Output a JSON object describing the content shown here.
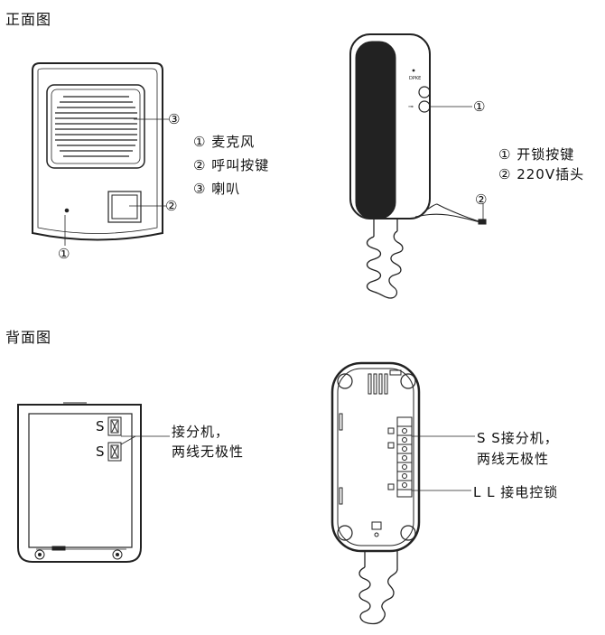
{
  "sections": {
    "front_title": "正面图",
    "back_title": "背面图"
  },
  "front_panel": {
    "markers": [
      "①",
      "②",
      "③"
    ],
    "legend": [
      "① 麦克风",
      "② 呼叫按键",
      "③ 喇叭"
    ]
  },
  "front_phone": {
    "brand": "DPKE",
    "markers": [
      "①",
      "②"
    ],
    "legend": [
      "① 开锁按键",
      "② 220V插头"
    ]
  },
  "back_panel": {
    "terminal_labels": [
      "S",
      "S"
    ],
    "note_line1": "接分机，",
    "note_line2": "两线无极性"
  },
  "back_phone": {
    "label_ss_line1": "S S接分机，",
    "label_ss_line2": "两线无极性",
    "label_ll": "L  L 接电控锁"
  }
}
